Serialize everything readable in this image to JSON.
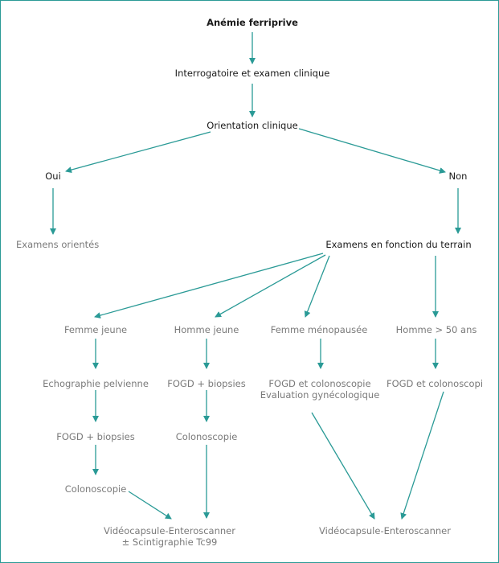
{
  "colors": {
    "arrow": "#2a9a96",
    "frame": "#2a9a96",
    "dark_text": "#1a1a1a",
    "grey_text": "#7a7a7a"
  },
  "nodes": {
    "root": "Anémie ferriprive",
    "interrogatoire": "Interrogatoire et examen clinique",
    "orientation": "Orientation clinique",
    "oui": "Oui",
    "non": "Non",
    "examens_orientes": "Examens orientés",
    "examens_terrain": "Examens en fonction du terrain",
    "femme_jeune": "Femme jeune",
    "homme_jeune": "Homme jeune",
    "femme_menopausee": "Femme ménopausée",
    "homme_50": "Homme > 50 ans",
    "echographie": "Echographie pelvienne",
    "fogd_biopsies_hj": "FOGD + biopsies",
    "fogd_colo_line1": "FOGD et colonoscopie",
    "fogd_colo_line2": "Evaluation  gynécologique",
    "fogd_colonoscopi": "FOGD et colonoscopi",
    "fogd_biopsies_fj": "FOGD + biopsies",
    "colonoscopie_hj": "Colonoscopie",
    "colonoscopie_fj": "Colonoscopie",
    "video_left_line1": "Vidéocapsule-Enteroscanner",
    "video_left_line2": "± Scintigraphie Tc99",
    "video_right": "Vidéocapsule-Enteroscanner"
  }
}
